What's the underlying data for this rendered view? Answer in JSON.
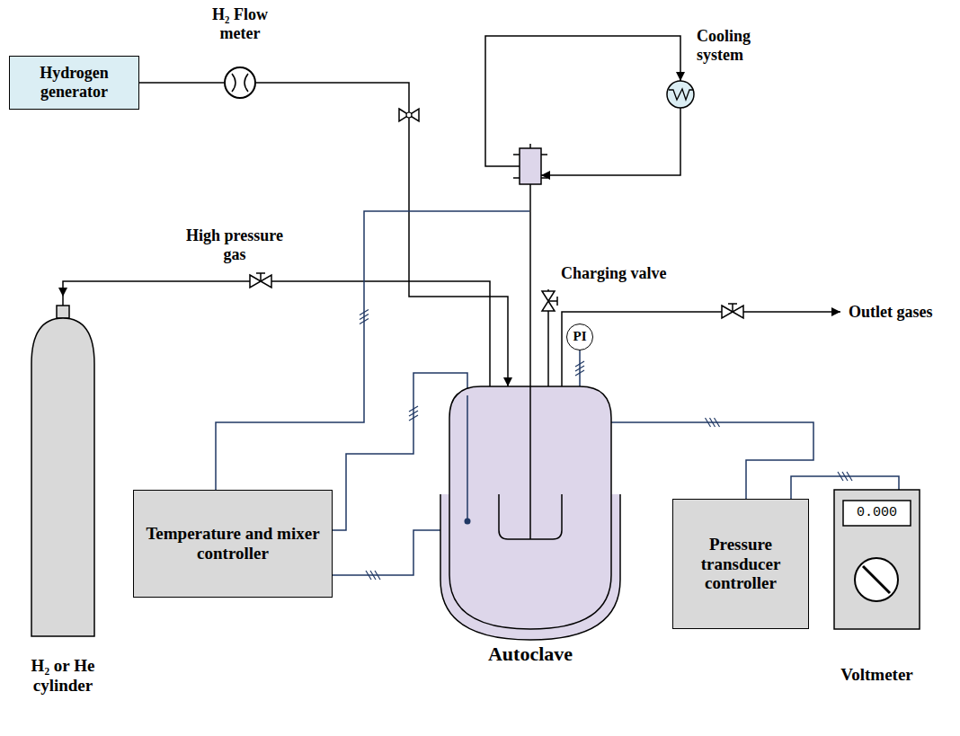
{
  "diagram": {
    "nodes": [
      {
        "text": [
          "Hydrogen generator"
        ]
      },
      {
        "text": [
          "Temperature and mixer controller"
        ]
      },
      {
        "text": [
          "Autoclave"
        ]
      },
      {
        "text": [
          "PI"
        ]
      },
      {
        "text": [
          "Pressure transducer controller"
        ]
      },
      {
        "text": [
          "0.000",
          "Voltmeter"
        ]
      },
      {
        "text": [
          "H₂ or He cylinder"
        ]
      },
      {
        "text": [
          "Cooling system"
        ]
      }
    ],
    "edges": [
      {
        "from": 0,
        "to": 2,
        "arrow": "to"
      },
      {
        "from": 2,
        "to": 6,
        "label": "High pressure gas",
        "arrow": "to"
      },
      {
        "from": 1,
        "to": 2,
        "arrow": "none"
      },
      {
        "from": 1,
        "to": 2,
        "arrow": "none"
      },
      {
        "from": 1,
        "to": 2,
        "arrow": "none"
      },
      {
        "from": 2,
        "to": 7,
        "arrow": "to"
      },
      {
        "from": 7,
        "to": 2,
        "arrow": "to"
      },
      {
        "from": 3,
        "to": 2,
        "arrow": "none"
      },
      {
        "from": 4,
        "to": 2,
        "arrow": "none"
      },
      {
        "from": 4,
        "to": 5,
        "arrow": "none"
      }
    ],
    "labels": [
      "H₂ Flow meter",
      "Charging valve",
      "Outlet gases"
    ]
  }
}
